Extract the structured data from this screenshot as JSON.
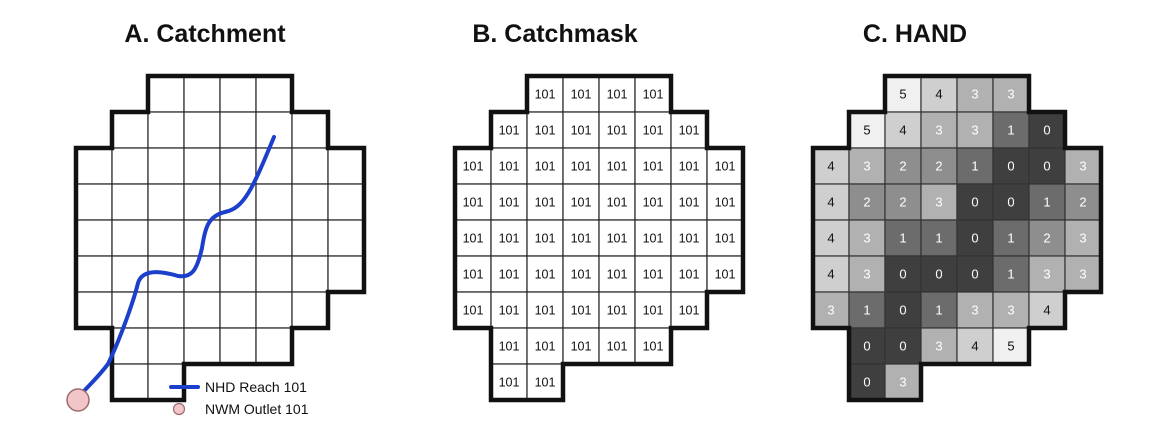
{
  "titles": {
    "catchment": "A. Catchment",
    "catchmask": "B. Catchmask",
    "hand": "C. HAND"
  },
  "legend": {
    "reach_label": "NHD Reach 101",
    "outlet_label": "NWM Outlet 101"
  },
  "colors": {
    "reach": "#1c3fcc",
    "outlet": "#f2c6c9",
    "outline": "#111111",
    "grid": "#222222"
  },
  "grid": {
    "rows": [
      [
        3,
        6
      ],
      [
        2,
        7
      ],
      [
        1,
        8
      ],
      [
        1,
        8
      ],
      [
        1,
        8
      ],
      [
        1,
        8
      ],
      [
        1,
        7
      ],
      [
        2,
        6
      ],
      [
        2,
        3
      ]
    ]
  },
  "catchmask_value": "101",
  "hand": {
    "values": [
      [
        5,
        4,
        3,
        3
      ],
      [
        5,
        4,
        3,
        3,
        1,
        0
      ],
      [
        4,
        3,
        2,
        2,
        1,
        0,
        0,
        3
      ],
      [
        4,
        2,
        2,
        3,
        0,
        0,
        1,
        2
      ],
      [
        4,
        3,
        1,
        1,
        0,
        1,
        2,
        3
      ],
      [
        4,
        3,
        0,
        0,
        0,
        1,
        3,
        3
      ],
      [
        3,
        1,
        0,
        1,
        3,
        3,
        4
      ],
      [
        0,
        0,
        3,
        4,
        5
      ],
      [
        0,
        3
      ]
    ],
    "shades": [
      "#3f3f3f",
      "#6c6c6c",
      "#8e8e8e",
      "#b1b1b1",
      "#cfcfcf",
      "#f0f0f0"
    ]
  }
}
